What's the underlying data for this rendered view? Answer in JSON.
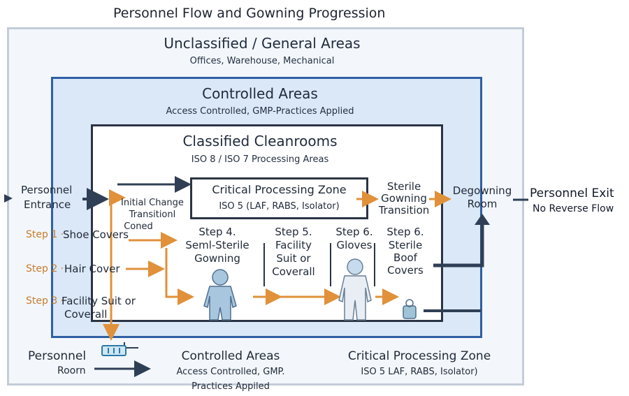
{
  "title": "Personnel Flow and Gowning Progression",
  "zones": {
    "unclassified": {
      "title": "Unclassified / General Areas",
      "subtitle": "Offices, Warehouse, Mechanical"
    },
    "controlled": {
      "title": "Controlled Areas",
      "subtitle": "Access Controlled, GMP-Practices Applied"
    },
    "classified": {
      "title": "Classified Cleanrooms",
      "subtitle": "ISO 8 / ISO 7 Processing Areas"
    },
    "critical": {
      "title": "Critical Processing Zone",
      "subtitle": "ISO 5 (LAF, RABS, Isolator)"
    }
  },
  "entrance": {
    "line1": "Personnel",
    "line2": "Entrance"
  },
  "initial_change": {
    "line1": "Initial Change",
    "line2": "Transitionl",
    "line3": "Coned"
  },
  "steps_left": [
    {
      "num": "Step 1 ·",
      "name": "Shoe Covers"
    },
    {
      "num": "Step 2 ·",
      "name": "Hair Cover"
    },
    {
      "num": "Step 3 ·",
      "name": "Facility Suit or",
      "name2": "Coverall"
    }
  ],
  "steps_mid": [
    {
      "line1": "Step 4.",
      "line2": "Seml-Sterile",
      "line3": "Gowning"
    },
    {
      "line1": "Step 5.",
      "line2": "Facility",
      "line3": "Suit or",
      "line4": "Coverall"
    },
    {
      "line1": "Step 6.",
      "line2": "Gloves"
    },
    {
      "line1": "Step 6.",
      "line2": "Sterile",
      "line3": "Boof",
      "line4": "Covers"
    }
  ],
  "sterile_transition": {
    "line1": "Sterile",
    "line2": "Gowning",
    "line3": "Transition"
  },
  "degowning": {
    "line1": "Degowning",
    "line2": "Room"
  },
  "exit": {
    "title": "Personnel Exit",
    "subtitle": "No Reverse Flow"
  },
  "bottom": {
    "personnel_room": {
      "line1": "Personnel",
      "line2": "Roorn"
    },
    "controlled": {
      "title": "Controlled Areas",
      "line1": "Access Controlled, GMP.",
      "line2": "Practices Appiled"
    },
    "critical": {
      "title": "Critical Processing Zone",
      "subtitle": "ISO 5 LAF, RABS, Isolator)"
    }
  },
  "colors": {
    "accent_orange": "#e0913a",
    "dark_arrow": "#2f3f55",
    "controlled_fill": "#dbe8f7",
    "classified_fill": "#ffffff"
  },
  "icons": [
    "gown-figure-icon",
    "gown-figure-icon",
    "shoe-cover-bag-icon",
    "bench-icon"
  ]
}
